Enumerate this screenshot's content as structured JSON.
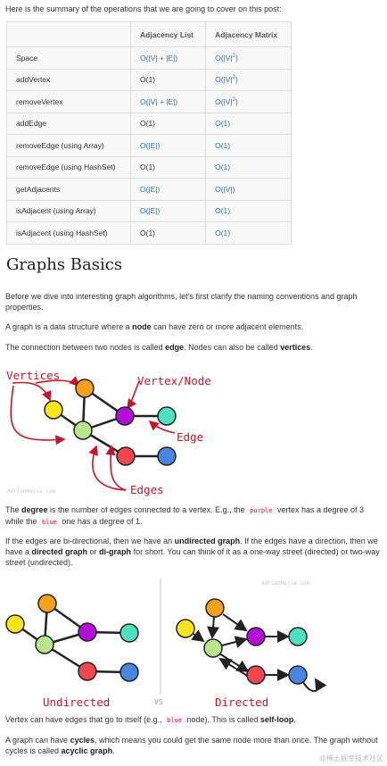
{
  "intro": "Here is the summary of the operations that we are going to cover on this post:",
  "table": {
    "headers": [
      "",
      "Adjacency List",
      "Adjacency Matrix"
    ],
    "rows": [
      {
        "op": "Space",
        "list": "O(|V| + |E|)",
        "matrix": "O(|V|",
        "matrix_sup": "2",
        "matrix_end": ")"
      },
      {
        "op": "addVertex",
        "list": "O(1)",
        "matrix": "O(|V|",
        "matrix_sup": "2",
        "matrix_end": ")"
      },
      {
        "op": "removeVertex",
        "list": "O(|V| + |E|)",
        "matrix": "O(|V|",
        "matrix_sup": "2",
        "matrix_end": ")"
      },
      {
        "op": "addEdge",
        "list": "O(1)",
        "matrix": "O(1)",
        "matrix_sup": "",
        "matrix_end": ""
      },
      {
        "op": "removeEdge (using Array)",
        "list": "O(|E|)",
        "matrix": "O(1)",
        "matrix_sup": "",
        "matrix_end": ""
      },
      {
        "op": "removeEdge (using HashSet)",
        "list": "O(1)",
        "matrix": "O(1)",
        "matrix_sup": "",
        "matrix_end": ""
      },
      {
        "op": "getAdjacents",
        "list": "O(|E|)",
        "matrix": "O(|V|)",
        "matrix_sup": "",
        "matrix_end": ""
      },
      {
        "op": "isAdjacent (using Array)",
        "list": "O(|E|)",
        "matrix": "O(1)",
        "matrix_sup": "",
        "matrix_end": ""
      },
      {
        "op": "isAdjacent (using HashSet)",
        "list": "O(1)",
        "matrix": "O(1)",
        "matrix_sup": "",
        "matrix_end": ""
      }
    ]
  },
  "heading": "Graphs Basics",
  "p1": "Before we dive into interesting graph algorithms, let’s first clarify the naming conventions and graph properties.",
  "p2": {
    "a": "A graph is a data structure where a ",
    "b": "node",
    "c": " can have zero or more adjacent elements."
  },
  "p3": {
    "a": "The connection between two nodes is called ",
    "b": "edge",
    "c": ". Nodes can also be called ",
    "d": "vertices",
    "e": "."
  },
  "fig1": {
    "vertices": "Vertices",
    "vertex_node": "Vertex/Node",
    "edge": "Edge",
    "edges": "Edges",
    "watermark": "AdrianMejia.com"
  },
  "p4": {
    "a": "The ",
    "b": "degree",
    "c": " is the number of edges connected to a vertex. E.g., the ",
    "code1": "purple",
    "d": " vertex has a degree of 3 while the ",
    "code2": "blue",
    "e": " one has a degree of 1."
  },
  "p5": {
    "a": "If the edges are bi-directional, then we have an ",
    "b": "undirected graph",
    "c": ". If the edges have a direction, then we have a ",
    "d": "directed graph",
    "e": " or ",
    "f": "di-graph",
    "g": " for short. You can think of it as a one-way street (directed) or two-way street (undirected)."
  },
  "fig2": {
    "undirected": "Undirected",
    "vs": "VS",
    "directed": "Directed",
    "watermark": "AdrianMejia.com"
  },
  "p6": {
    "a": "Vertex can have edges that go to itself (e.g., ",
    "code": "blue",
    "b": " node). This is called ",
    "c": "self-loop",
    "d": "."
  },
  "p7": {
    "a": "A graph can have ",
    "b": "cycles",
    "c": ", which means you could get the same node more than once. The graph without cycles is called ",
    "d": "acyclic graph",
    "e": "."
  },
  "footer_watermark": "@稀土掘金技术社区",
  "colors": {
    "yellow": "#ffe51a",
    "orange": "#f5a11c",
    "green": "#b8e58e",
    "purple": "#b40fd8",
    "teal": "#4fe0c0",
    "red": "#f0464f",
    "blue": "#4a86e0",
    "arrow": "#c3172e",
    "link": "#2a74c5"
  }
}
